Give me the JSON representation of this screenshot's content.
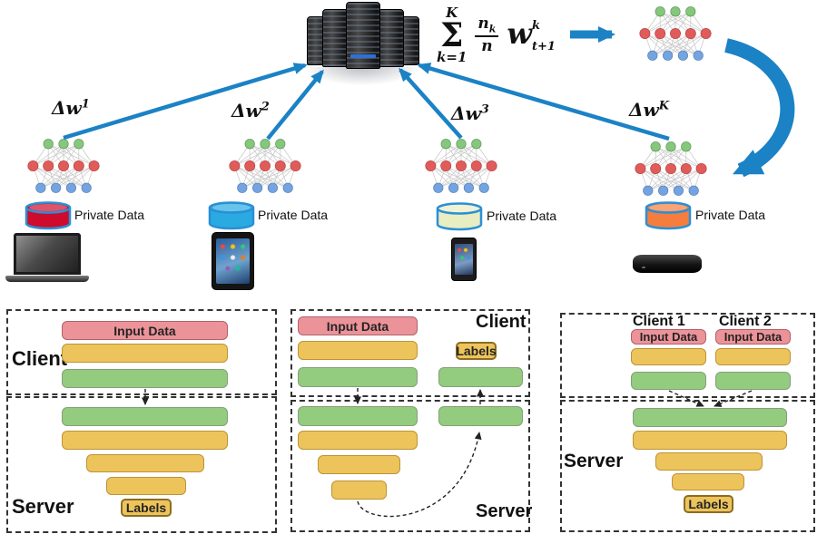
{
  "colors": {
    "arrow_blue": "#1b82c5",
    "nn_output_green": "#85c87d",
    "nn_hidden_red": "#e25b5b",
    "nn_input_blue": "#74a4e0",
    "bar_pink": "#ec9399",
    "bar_yellow": "#edc45c",
    "bar_green": "#93cb7f",
    "dashed_border": "#333333"
  },
  "top": {
    "server_icon_name": "server-rack-cluster",
    "formula": {
      "sum_upper": "K",
      "sum_symbol": "Σ",
      "sum_lower": "k=1",
      "frac_num_base": "n",
      "frac_num_sub": "k",
      "frac_den": "n",
      "w_base": "w",
      "w_sup": "k",
      "w_sub": "t+1"
    },
    "clients": [
      {
        "delta_base": "Δw",
        "delta_sup": "1",
        "data_label": "Private Data",
        "cylinder_color": "#ce0b2c",
        "device": "laptop"
      },
      {
        "delta_base": "Δw",
        "delta_sup": "2",
        "data_label": "Private Data",
        "cylinder_color": "#29abe2",
        "device": "tablet"
      },
      {
        "delta_base": "Δw",
        "delta_sup": "3",
        "data_label": "Private Data",
        "cylinder_color": "#e9edc2",
        "device": "smartphone"
      },
      {
        "delta_base": "Δw",
        "delta_sup": "K",
        "data_label": "Private Data",
        "cylinder_color": "#f57d3d",
        "device": "set-top-box"
      }
    ]
  },
  "bottom": {
    "panel1": {
      "client_label": "Client",
      "server_label": "Server",
      "input_data": "Input Data",
      "labels": "Labels"
    },
    "panel2": {
      "client_label": "Client",
      "server_label": "Server",
      "input_data": "Input Data",
      "labels": "Labels"
    },
    "panel3": {
      "client1_label": "Client 1",
      "client2_label": "Client 2",
      "server_label": "Server",
      "input_data1": "Input Data",
      "input_data2": "Input Data",
      "labels": "Labels"
    }
  }
}
